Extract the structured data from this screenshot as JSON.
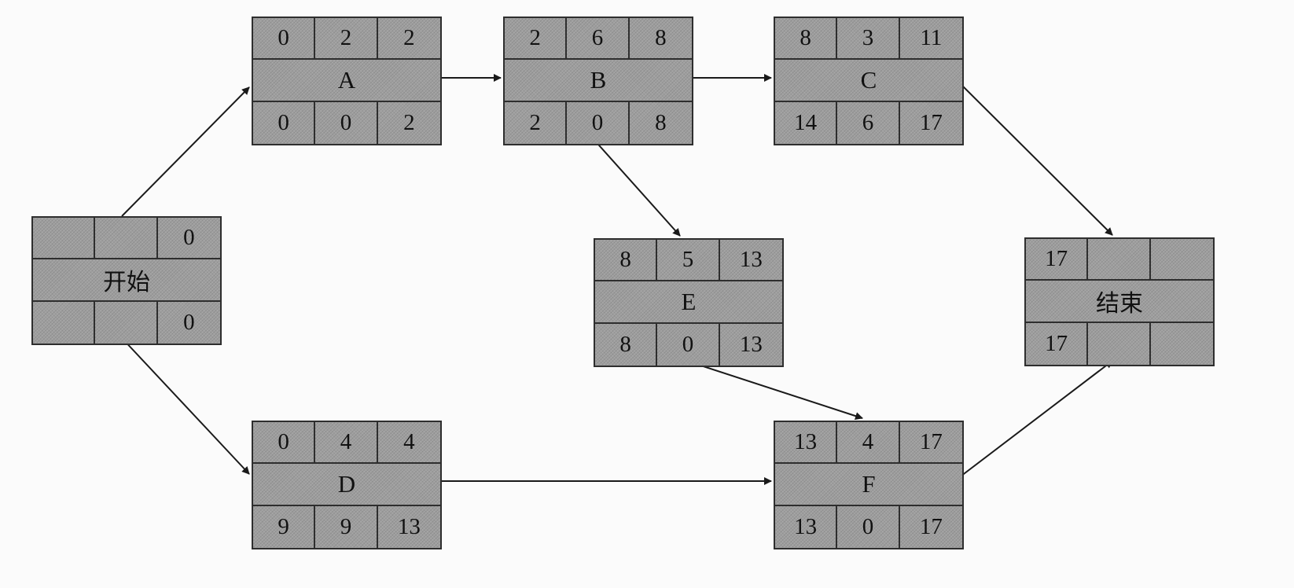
{
  "nodes": {
    "start": {
      "name": "开始",
      "top": [
        "",
        "",
        "0"
      ],
      "bottom": [
        "",
        "",
        "0"
      ]
    },
    "A": {
      "name": "A",
      "top": [
        "0",
        "2",
        "2"
      ],
      "bottom": [
        "0",
        "0",
        "2"
      ]
    },
    "B": {
      "name": "B",
      "top": [
        "2",
        "6",
        "8"
      ],
      "bottom": [
        "2",
        "0",
        "8"
      ]
    },
    "C": {
      "name": "C",
      "top": [
        "8",
        "3",
        "11"
      ],
      "bottom": [
        "14",
        "6",
        "17"
      ]
    },
    "D": {
      "name": "D",
      "top": [
        "0",
        "4",
        "4"
      ],
      "bottom": [
        "9",
        "9",
        "13"
      ]
    },
    "E": {
      "name": "E",
      "top": [
        "8",
        "5",
        "13"
      ],
      "bottom": [
        "8",
        "0",
        "13"
      ]
    },
    "F": {
      "name": "F",
      "top": [
        "13",
        "4",
        "17"
      ],
      "bottom": [
        "13",
        "0",
        "17"
      ]
    },
    "end": {
      "name": "结束",
      "top": [
        "17",
        "",
        ""
      ],
      "bottom": [
        "17",
        "",
        ""
      ]
    }
  },
  "edges": [
    [
      "start",
      "A"
    ],
    [
      "start",
      "D"
    ],
    [
      "A",
      "B"
    ],
    [
      "B",
      "C"
    ],
    [
      "B",
      "E"
    ],
    [
      "E",
      "F"
    ],
    [
      "D",
      "F"
    ],
    [
      "C",
      "end"
    ],
    [
      "F",
      "end"
    ]
  ],
  "colors": {
    "box_fill": "#9e9e9e",
    "line": "#1a1a1a",
    "background": "#fbfbfb"
  }
}
